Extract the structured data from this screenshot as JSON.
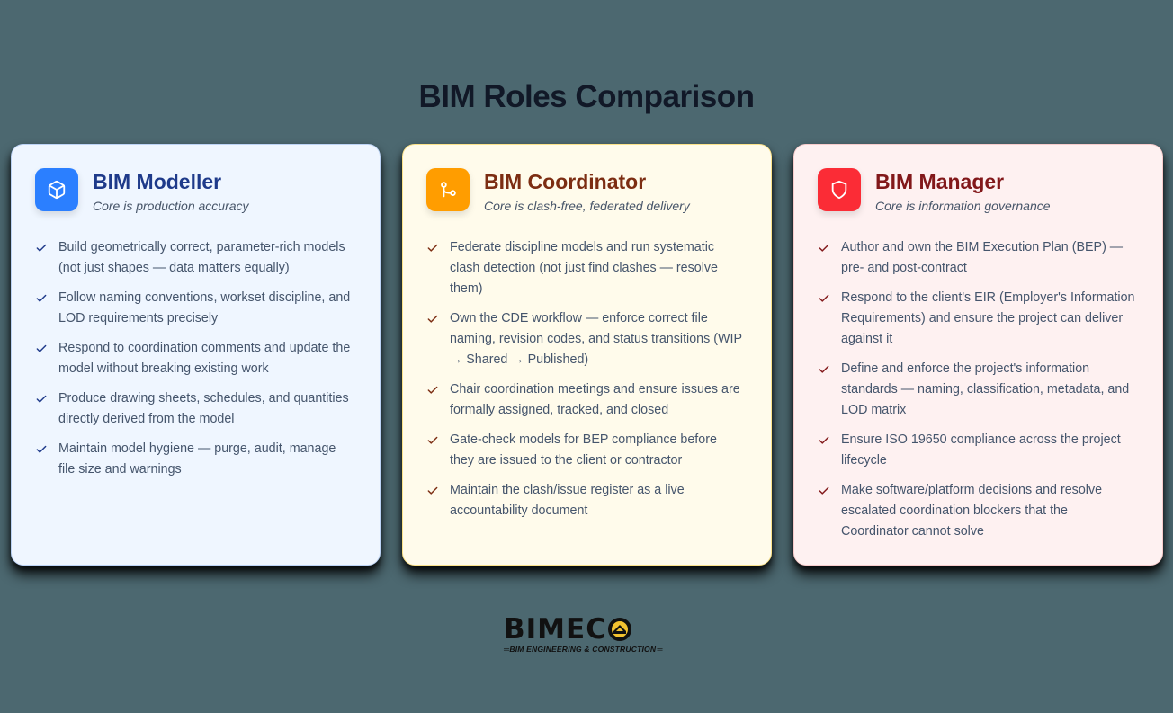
{
  "page": {
    "title": "BIM Roles Comparison",
    "background_color": "#4c6870"
  },
  "cards": [
    {
      "id": "modeller",
      "title": "BIM Modeller",
      "subtitle": "Core is production accuracy",
      "icon": "cube-icon",
      "accent": "#2b7fff",
      "title_color": "#1e3a8a",
      "check_color": "#1e3a8a",
      "bullets": [
        "Build geometrically correct, parameter-rich models (not just shapes — data matters equally)",
        "Follow naming conventions, workset discipline, and LOD requirements precisely",
        "Respond to coordination comments and update the model without breaking existing work",
        "Produce drawing sheets, schedules, and quantities directly derived from the model",
        "Maintain model hygiene — purge, audit, manage file size and warnings"
      ]
    },
    {
      "id": "coordinator",
      "title": "BIM Coordinator",
      "subtitle": "Core is clash-free, federated delivery",
      "icon": "git-branch-icon",
      "accent": "#ff9d00",
      "title_color": "#7c2d12",
      "check_color": "#7c2d12",
      "bullets": [
        "Federate discipline models and run systematic clash detection (not just find clashes — resolve them)",
        "Own the CDE workflow — enforce correct file naming, revision codes, and status transitions (WIP → Shared → Published)",
        "Chair coordination meetings and ensure issues are formally assigned, tracked, and closed",
        "Gate-check models for BEP compliance before they are issued to the client or contractor",
        "Maintain the clash/issue register as a live accountability document"
      ]
    },
    {
      "id": "manager",
      "title": "BIM Manager",
      "subtitle": "Core is information governance",
      "icon": "shield-icon",
      "accent": "#fb2c36",
      "title_color": "#82181a",
      "check_color": "#82181a",
      "bullets": [
        "Author and own the BIM Execution Plan (BEP) — pre- and post-contract",
        "Respond to the client's EIR (Employer's Information Requirements) and ensure the project can deliver against it",
        "Define and enforce the project's information standards — naming, classification, metadata, and LOD matrix",
        "Ensure ISO 19650 compliance across the project lifecycle",
        "Make software/platform decisions and resolve escalated coordination blockers that the Coordinator cannot solve"
      ]
    }
  ],
  "logo": {
    "wordmark_prefix": "BIMEC",
    "wordmark_suffix": "O",
    "tagline": "BIM ENGINEERING & CONSTRUCTION",
    "accent": "#f2c230"
  }
}
